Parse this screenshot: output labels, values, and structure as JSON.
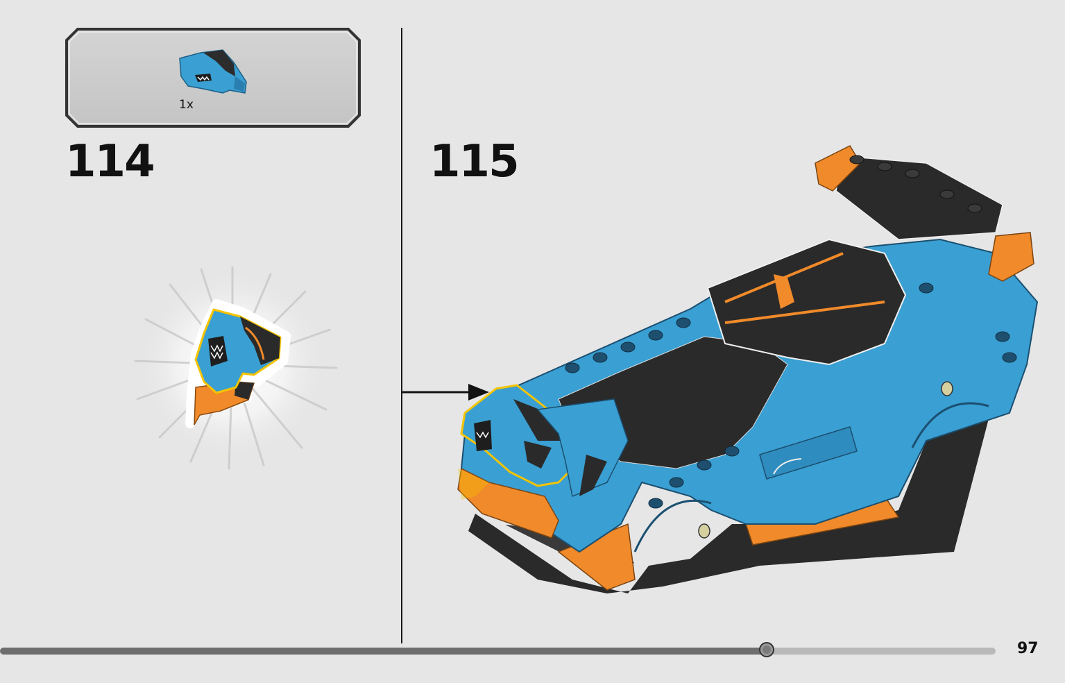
{
  "parts_list": {
    "quantity": "1x"
  },
  "steps": [
    {
      "number": "114"
    },
    {
      "number": "115"
    }
  ],
  "progress": {
    "fraction": 0.77
  },
  "page": {
    "number": "97"
  },
  "colors": {
    "azure": "#3399cc",
    "orange": "#f08a2a",
    "black": "#2a2a2a",
    "highlight": "#f5c400",
    "background": "#e6e6e6"
  },
  "icons": [
    "wedge-slope-part-icon",
    "car-model-icon",
    "burst-highlight-icon",
    "arrow-icon"
  ]
}
